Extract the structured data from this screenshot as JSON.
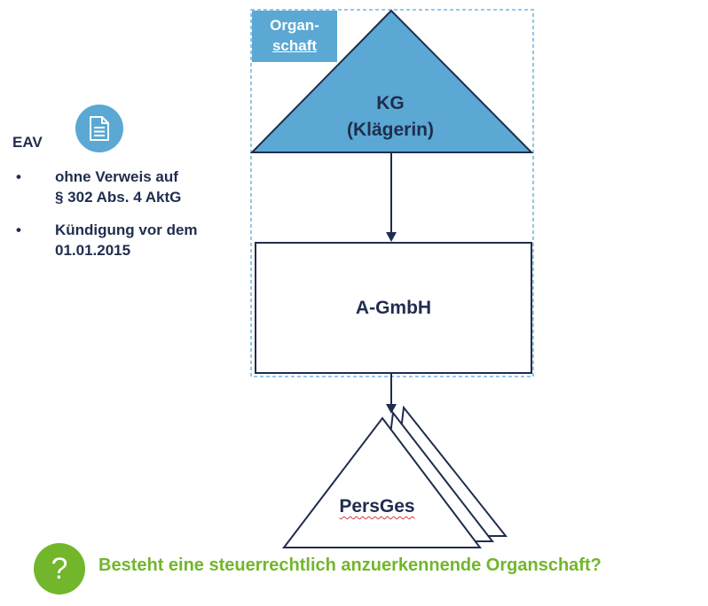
{
  "organschaft_label": {
    "line1": "Organ-",
    "line2": "schaft"
  },
  "kg": {
    "line1": "KG",
    "line2": "(Klägerin)"
  },
  "gmbh": {
    "label": "A-GmbH"
  },
  "persges": {
    "label": "PersGes"
  },
  "eav": {
    "title": "EAV",
    "icon": "document-icon",
    "bullets": [
      {
        "marker": "•",
        "line1": "ohne Verweis auf",
        "line2": "§ 302 Abs. 4 AktG"
      },
      {
        "marker": "•",
        "line1": "Kündigung vor dem",
        "line2": "01.01.2015"
      }
    ]
  },
  "question": {
    "icon": "question-icon",
    "icon_glyph": "?",
    "text": "Besteht eine steuerrechtlich anzuerkennende Organschaft?"
  },
  "colors": {
    "navy": "#1f2d4e",
    "accent_blue": "#5aa8d3",
    "green": "#72b62b"
  }
}
